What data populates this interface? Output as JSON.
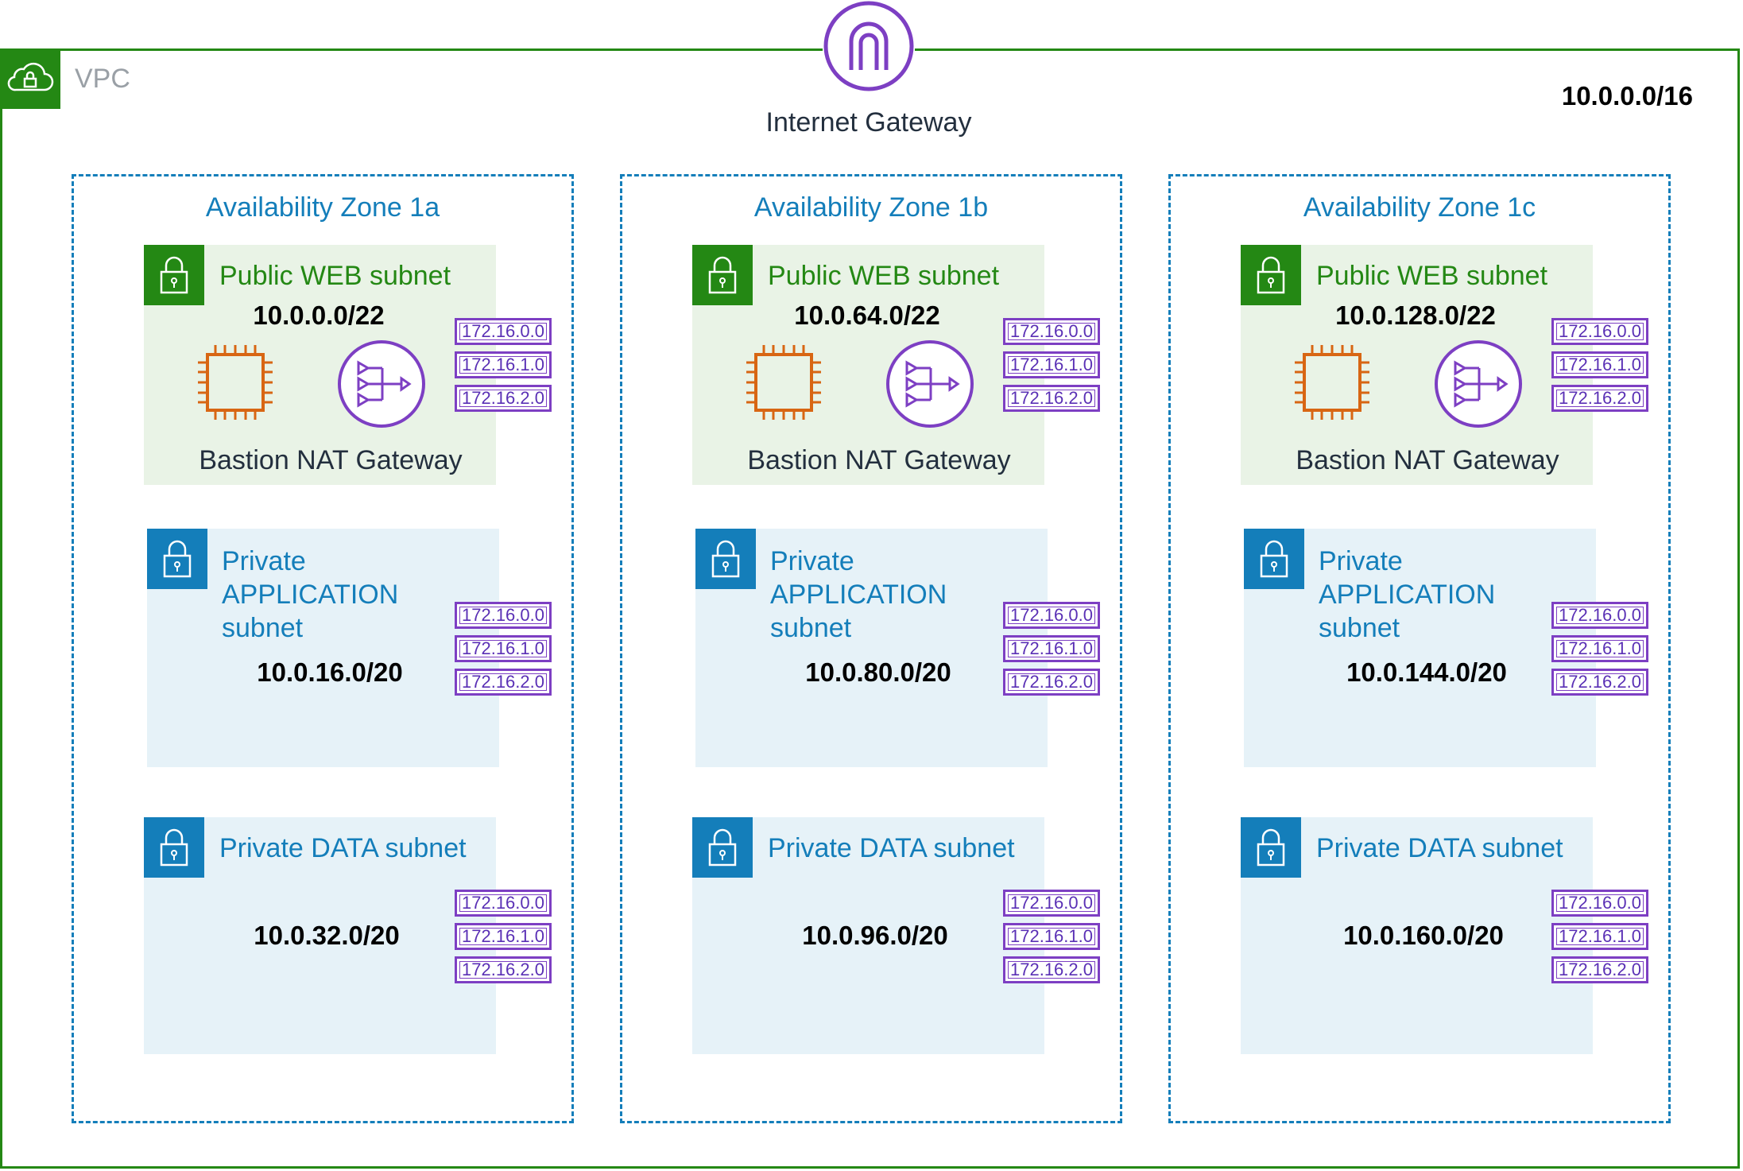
{
  "vpc": {
    "label": "VPC",
    "cidr": "10.0.0.0/16"
  },
  "internet_gateway": {
    "label": "Internet Gateway"
  },
  "zones": [
    {
      "title": "Availability Zone 1a",
      "public": {
        "name": "Public WEB subnet",
        "cidr": "10.0.0.0/22",
        "resources_label": "Bastion NAT Gateway",
        "routes": [
          "172.16.0.0",
          "172.16.1.0",
          "172.16.2.0"
        ]
      },
      "app": {
        "name_lines": [
          "Private",
          "APPLICATION",
          "subnet"
        ],
        "cidr": "10.0.16.0/20",
        "routes": [
          "172.16.0.0",
          "172.16.1.0",
          "172.16.2.0"
        ]
      },
      "data": {
        "name": "Private DATA subnet",
        "cidr": "10.0.32.0/20",
        "routes": [
          "172.16.0.0",
          "172.16.1.0",
          "172.16.2.0"
        ]
      }
    },
    {
      "title": "Availability Zone 1b",
      "public": {
        "name": "Public WEB subnet",
        "cidr": "10.0.64.0/22",
        "resources_label": "Bastion NAT Gateway",
        "routes": [
          "172.16.0.0",
          "172.16.1.0",
          "172.16.2.0"
        ]
      },
      "app": {
        "name_lines": [
          "Private",
          "APPLICATION",
          "subnet"
        ],
        "cidr": "10.0.80.0/20",
        "routes": [
          "172.16.0.0",
          "172.16.1.0",
          "172.16.2.0"
        ]
      },
      "data": {
        "name": "Private DATA subnet",
        "cidr": "10.0.96.0/20",
        "routes": [
          "172.16.0.0",
          "172.16.1.0",
          "172.16.2.0"
        ]
      }
    },
    {
      "title": "Availability Zone 1c",
      "public": {
        "name": "Public WEB subnet",
        "cidr": "10.0.128.0/22",
        "resources_label": "Bastion NAT Gateway",
        "routes": [
          "172.16.0.0",
          "172.16.1.0",
          "172.16.2.0"
        ]
      },
      "app": {
        "name_lines": [
          "Private",
          "APPLICATION",
          "subnet"
        ],
        "cidr": "10.0.144.0/20",
        "routes": [
          "172.16.0.0",
          "172.16.1.0",
          "172.16.2.0"
        ]
      },
      "data": {
        "name": "Private DATA subnet",
        "cidr": "10.0.160.0/20",
        "routes": [
          "172.16.0.0",
          "172.16.1.0",
          "172.16.2.0"
        ]
      }
    }
  ],
  "colors": {
    "vpc_green": "#248814",
    "az_blue": "#147eba",
    "route_purple": "#7d3fc3",
    "ec2_orange": "#d86613",
    "public_bg": "#e9f3e6",
    "private_bg": "#e6f2f8"
  },
  "icons": [
    "cloud-lock-icon",
    "internet-gateway-icon",
    "lock-icon",
    "ec2-chip-icon",
    "nat-gateway-icon"
  ]
}
